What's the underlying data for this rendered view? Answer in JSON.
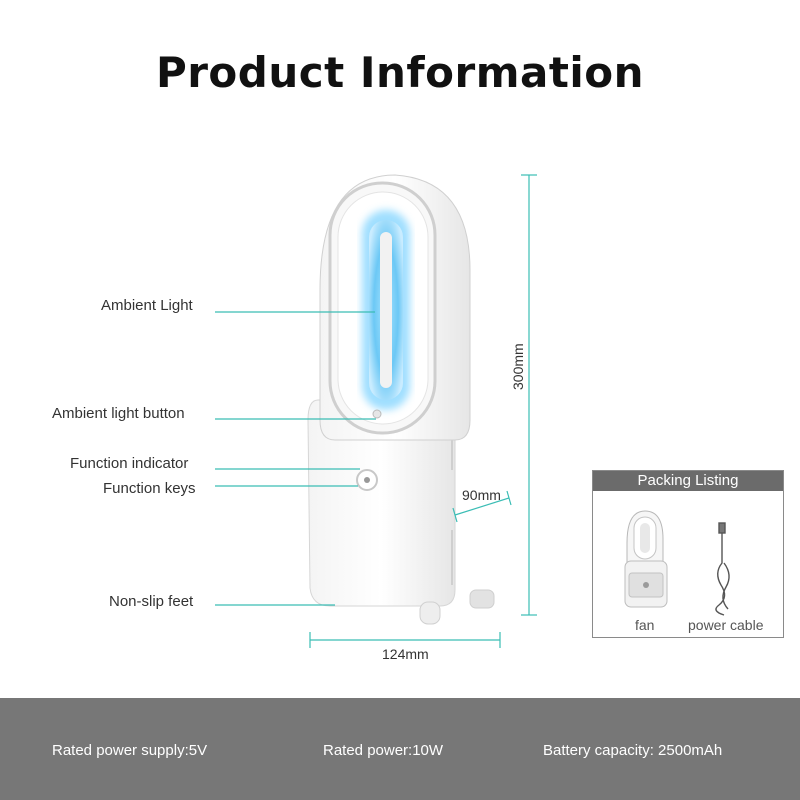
{
  "title": "Product Information",
  "callouts": {
    "ambient_light": "Ambient Light",
    "ambient_light_button": "Ambient light button",
    "function_indicator": "Function indicator",
    "function_keys": "Function keys",
    "non_slip_feet": "Non-slip feet"
  },
  "dimensions": {
    "height": "300mm",
    "depth": "90mm",
    "width": "124mm"
  },
  "packing": {
    "title": "Packing Listing",
    "items": [
      "fan",
      "power cable"
    ]
  },
  "specs": {
    "rated_power_supply": "Rated power supply:5V",
    "rated_power": "Rated power:10W",
    "battery_capacity": "Battery capacity: 2500mAh"
  },
  "colors": {
    "accent_line": "#3bbdb5",
    "ambient_glow": "#7fd3ff",
    "spec_bar": "#777777",
    "packing_header": "#6b6b6b"
  }
}
